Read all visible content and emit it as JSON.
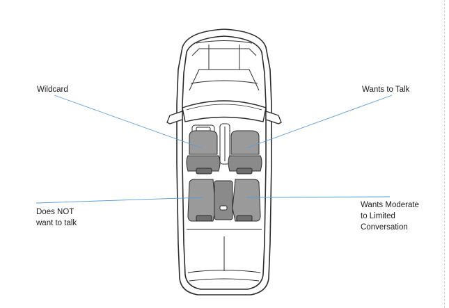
{
  "labels": {
    "wildcard": "Wildcard",
    "wants_to_talk": "Wants to Talk",
    "does_not_talk": [
      "Does NOT",
      "want to talk"
    ],
    "wants_moderate": [
      "Wants Moderate",
      "to Limited",
      "Conversation"
    ]
  },
  "colors": {
    "leader_line": "#5b9bd5",
    "car_outline": "#2b2b2b",
    "seat_fill": "#9a9a9a",
    "seat_dark": "#6e6e6e",
    "car_fill": "#ffffff"
  }
}
